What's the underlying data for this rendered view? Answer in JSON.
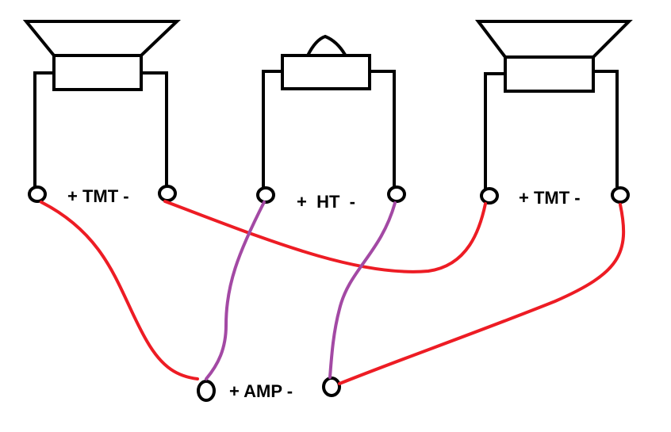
{
  "labels": {
    "left_tweeter_mid": "+ TMT -",
    "tweeter": "+  HT  -",
    "right_tweeter_mid": "+ TMT -",
    "amp": "+ AMP -"
  },
  "colors": {
    "speaker_wire": "#ed1c24",
    "tweeter_wire": "#a349a4",
    "outline": "#000000"
  }
}
